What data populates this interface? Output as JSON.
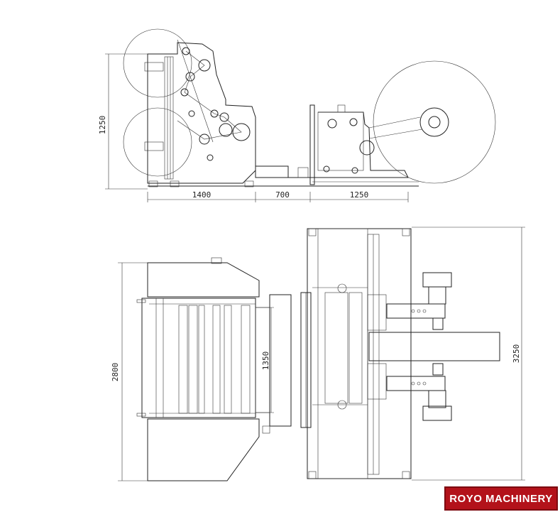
{
  "side_view": {
    "dims": {
      "height": "1250",
      "left": "1400",
      "middle": "700",
      "right": "1250"
    }
  },
  "top_view": {
    "dims": {
      "left_height": "2800",
      "inner_width": "1350",
      "right_height": "3250"
    }
  },
  "brand": {
    "label": "ROYO MACHINERY"
  }
}
